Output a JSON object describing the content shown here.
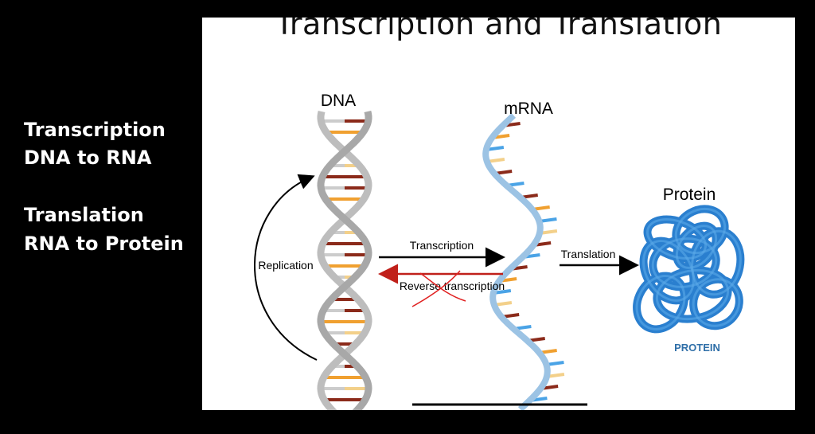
{
  "sidebar": {
    "line1": "Transcription",
    "line2": "DNA to RNA",
    "line3": "Translation",
    "line4": "RNA to Protein"
  },
  "diagram": {
    "title": "Transcription and Translation",
    "dna_label": "DNA",
    "mrna_label": "mRNA",
    "protein_label": "Protein",
    "protein_caption": "PROTEIN",
    "replication_label": "Replication",
    "transcription_label": "Transcription",
    "reverse_transcription_label": "Reverse transcription",
    "translation_label": "Translation"
  },
  "colors": {
    "backbone_dna": "#bdbdbd",
    "backbone_rna": "#9cc3e4",
    "base_red": "#8b2a1a",
    "base_orange": "#f0a030",
    "base_tan": "#f3d08a",
    "base_blue": "#4aa3e6",
    "protein": "#2a7fcf",
    "reverse_arrow": "#c0201a"
  }
}
